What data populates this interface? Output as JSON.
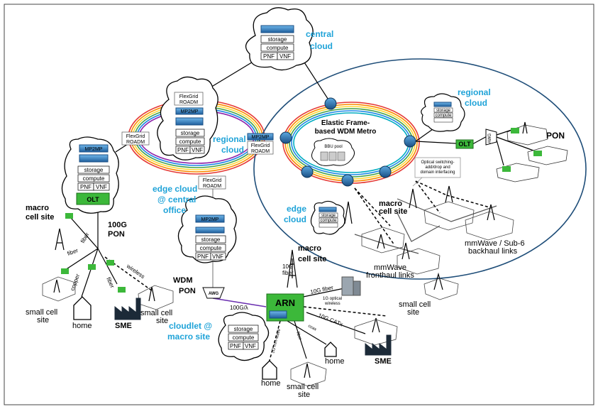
{
  "labels": {
    "central_cloud": "central\ncloud",
    "regional_cloud_left": "regional\ncloud",
    "regional_cloud_right": "regional\ncloud",
    "edge_cloud_central_office": "edge cloud\n@ central\noffice",
    "edge_cloud_right": "edge\ncloud",
    "cloudlet": "cloudlet @\nmacro site",
    "metro_title": "Elastic Frame-\nbased WDM Metro",
    "bbu_pool": "BBU pool",
    "optical_switching": "Optical switching-\nadd/drop and\ndomain interfacing",
    "macro_cell_site_left": "macro\ncell site",
    "macro_cell_site_center": "macro\ncell site",
    "macro_cell_site_right": "macro\ncell site",
    "pon_100g": "100G\nPON",
    "wdm_pon": "WDM\nPON",
    "pon_right": "PON",
    "small_cell_site_left": "small cell\nsite",
    "small_cell_site_mid": "small cell\nsite",
    "small_cell_site_bottom": "small cell\nsite",
    "small_cell_site_right": "small cell\nsite",
    "home_left": "home",
    "home_bottom": "home",
    "home_right": "home",
    "sme_left": "SME",
    "sme_right": "SME",
    "mmwave_fronthaul": "mmWave\nfronthaul links",
    "mmwave_backhaul": "mmWave / Sub-6\nbackhaul links",
    "fiber": "fiber",
    "copper": "copper",
    "wireless": "wireless",
    "coax": "coax",
    "fiber_10g_top": "10G\nfiber",
    "fiber_10g_right": "10G fiber",
    "optical_wireless_1g": "1G optical\nwireless",
    "catx_10g": "10G CATx",
    "mmwave_1g": "1G mm-wave",
    "rate_100g_lambda": "100G/λ"
  },
  "components": {
    "storage": "storage",
    "compute": "compute",
    "pnf": "PNF",
    "vnf": "VNF",
    "flexgrid_roadm": "FlexGrid\nROADM",
    "mp2mp": "MP2MP",
    "olt": "OLT",
    "awg": "AWG",
    "arn": "ARN",
    "onu": "ONU"
  },
  "colors": {
    "accent_blue": "#1fa3d8",
    "green": "#3cb83a",
    "router_blue": "#2a7fc1",
    "ring_colors": [
      "#e53935",
      "#fb8c00",
      "#fdd835",
      "#43a047",
      "#1e88e5",
      "#8e24aa",
      "#00acc1"
    ]
  }
}
